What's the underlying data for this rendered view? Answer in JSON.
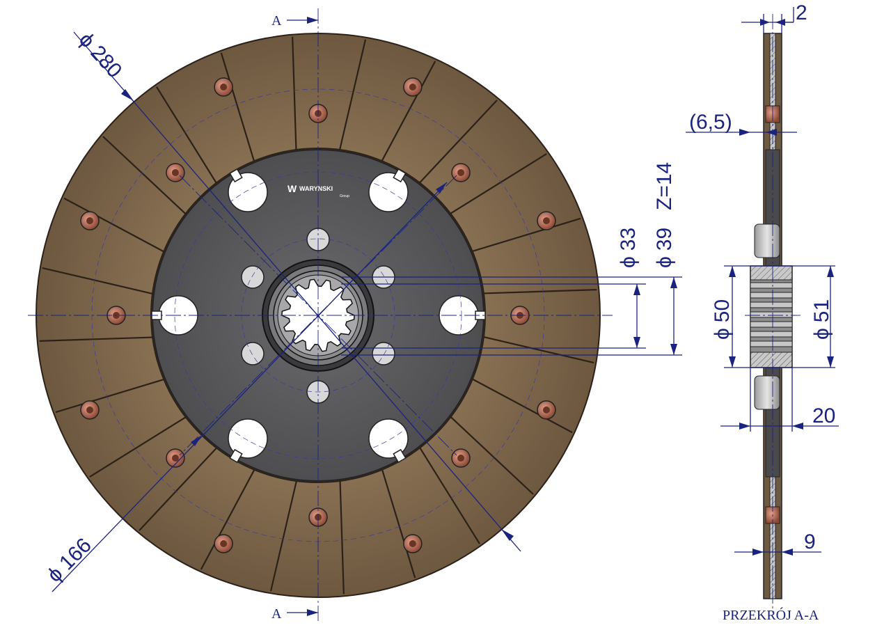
{
  "section_marker": "A",
  "section_title": "PRZEKRÓJ A-A",
  "logo_text": "WARYNSKI",
  "logo_subtext": "Group",
  "dimensions": {
    "outer_diameter": "280",
    "inner_ring_diameter": "166",
    "spline_minor": "33",
    "spline_major": "39",
    "spline_teeth": "Z=14",
    "hub_diameter_left": "50",
    "hub_diameter_right": "51",
    "thickness_top": "2",
    "thickness_mid": "(6,5)",
    "hub_width": "20",
    "facing_width": "9"
  },
  "diameter_symbol": "ϕ",
  "colors": {
    "facing": "#7a6448",
    "facing_dark": "#5f4c36",
    "plate": "#5e5e60",
    "dimension": "#1a237e",
    "rivet": "#b06a52"
  }
}
